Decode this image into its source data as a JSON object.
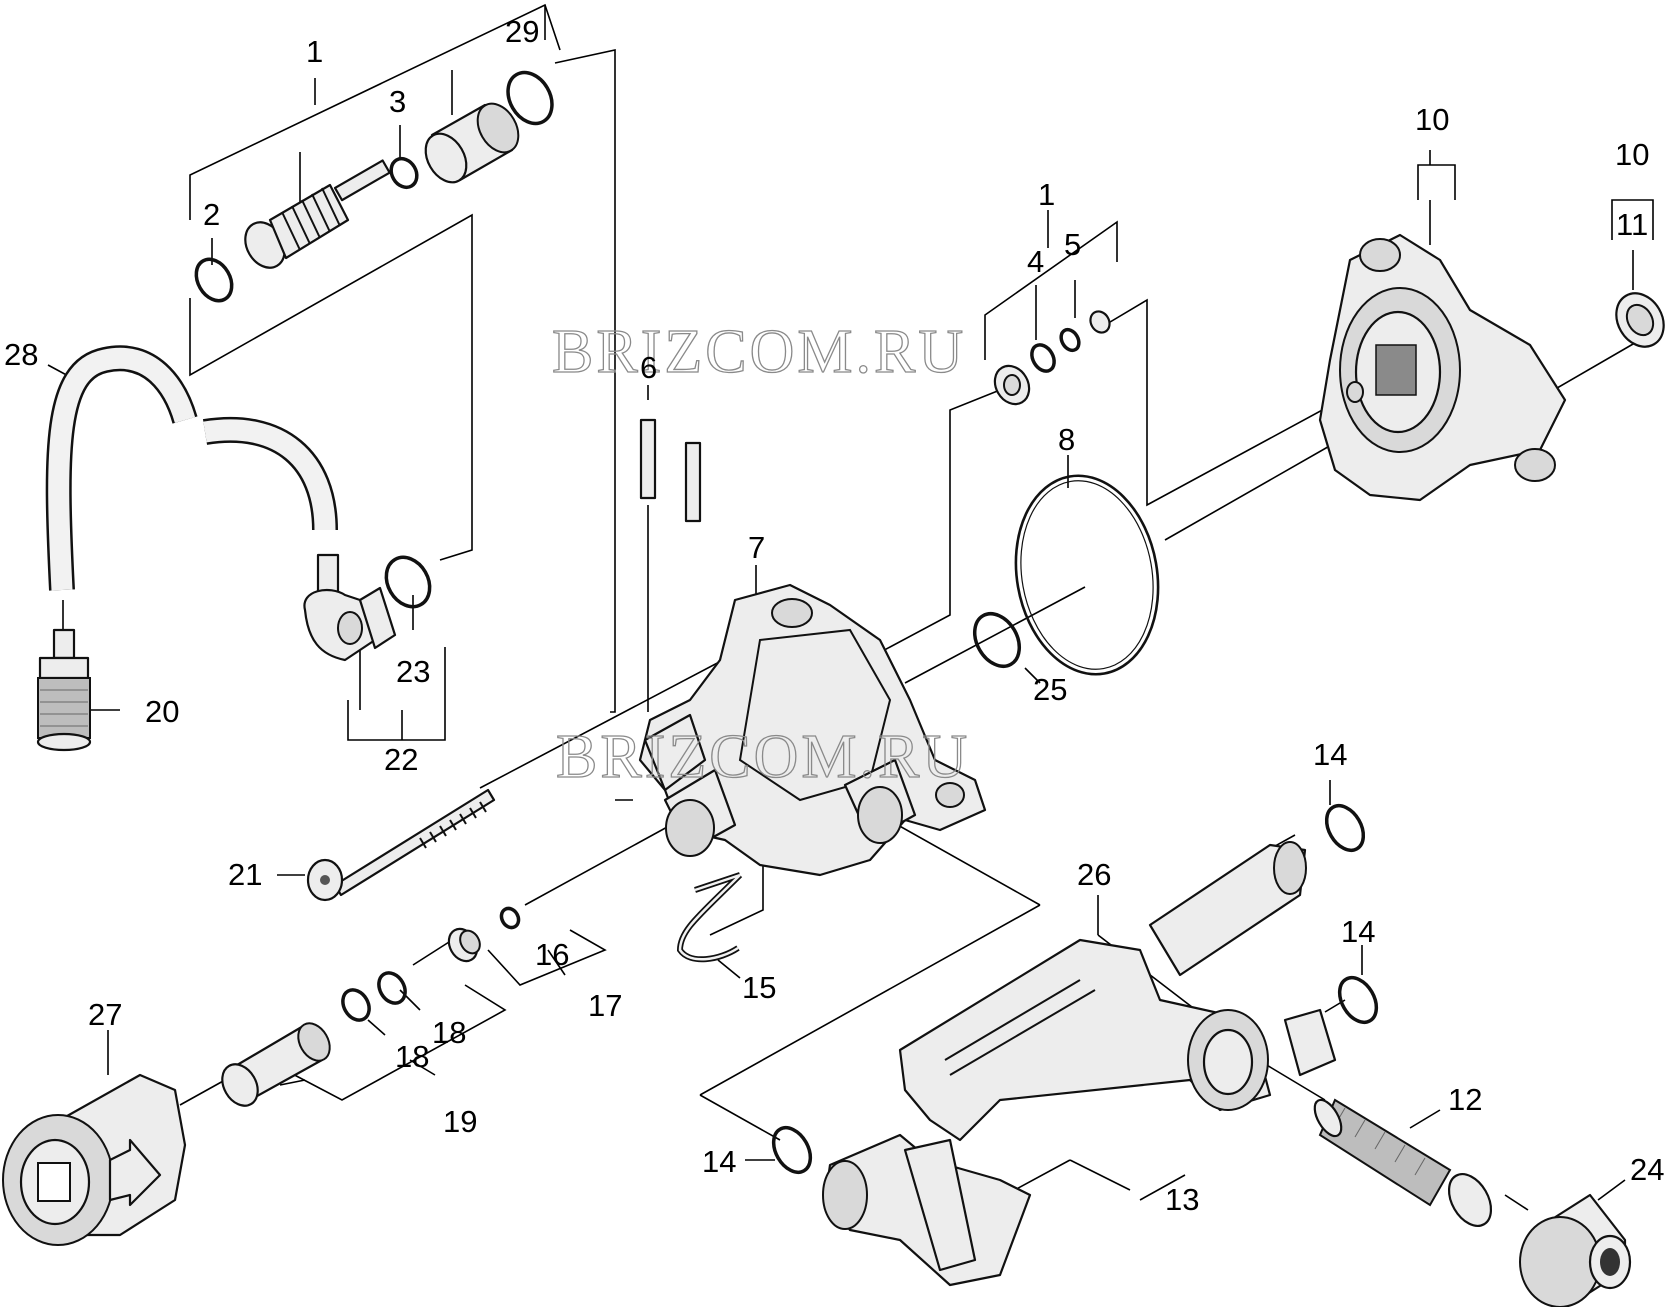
{
  "watermark": "BRIZCOM.RU",
  "callouts": [
    {
      "id": "c1a",
      "text": "1"
    },
    {
      "id": "c29",
      "text": "29"
    },
    {
      "id": "c3",
      "text": "3"
    },
    {
      "id": "c2",
      "text": "2"
    },
    {
      "id": "c28",
      "text": "28"
    },
    {
      "id": "c20",
      "text": "20"
    },
    {
      "id": "c23",
      "text": "23"
    },
    {
      "id": "c22",
      "text": "22"
    },
    {
      "id": "c6",
      "text": "6"
    },
    {
      "id": "c7",
      "text": "7"
    },
    {
      "id": "c1b",
      "text": "1"
    },
    {
      "id": "c4",
      "text": "4"
    },
    {
      "id": "c5",
      "text": "5"
    },
    {
      "id": "c8",
      "text": "8"
    },
    {
      "id": "c25",
      "text": "25"
    },
    {
      "id": "c10a",
      "text": "10"
    },
    {
      "id": "c10b",
      "text": "10"
    },
    {
      "id": "c11",
      "text": "11"
    },
    {
      "id": "c21",
      "text": "21"
    },
    {
      "id": "c16",
      "text": "16"
    },
    {
      "id": "c17",
      "text": "17"
    },
    {
      "id": "c15",
      "text": "15"
    },
    {
      "id": "c18a",
      "text": "18"
    },
    {
      "id": "c18b",
      "text": "18"
    },
    {
      "id": "c19",
      "text": "19"
    },
    {
      "id": "c27",
      "text": "27"
    },
    {
      "id": "c14a",
      "text": "14"
    },
    {
      "id": "c14b",
      "text": "14"
    },
    {
      "id": "c14c",
      "text": "14"
    },
    {
      "id": "c26",
      "text": "26"
    },
    {
      "id": "c12",
      "text": "12"
    },
    {
      "id": "c13",
      "text": "13"
    },
    {
      "id": "c24",
      "text": "24"
    }
  ]
}
